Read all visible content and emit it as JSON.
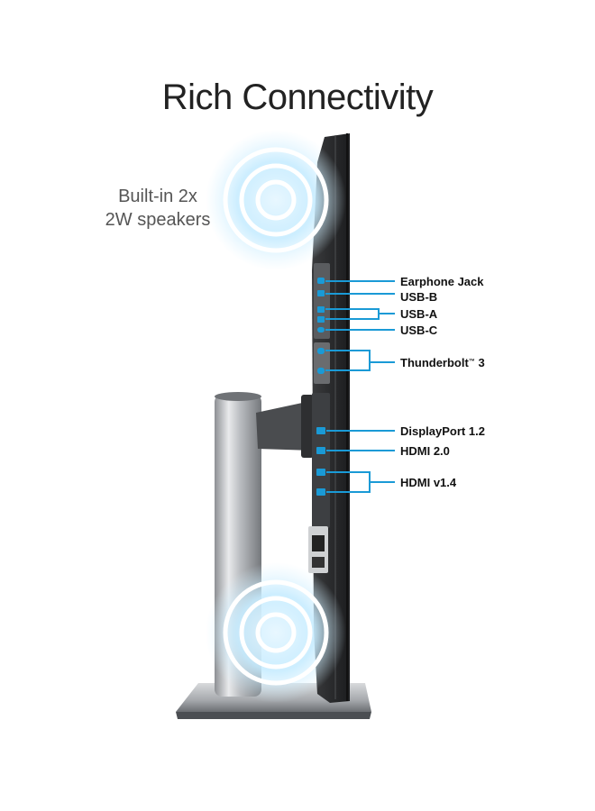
{
  "title": "Rich Connectivity",
  "speakers": {
    "line1": "Built-in 2x",
    "line2": "2W speakers"
  },
  "ports": {
    "earphone": "Earphone Jack",
    "usb_b": "USB-B",
    "usb_a": "USB-A",
    "usb_c": "USB-C",
    "thunderbolt": "Thunderbolt",
    "thunderbolt_tm": "™",
    "thunderbolt_ver": " 3",
    "displayport": "DisplayPort 1.2",
    "hdmi20": "HDMI 2.0",
    "hdmi14": "HDMI v1.4"
  },
  "colors": {
    "accent": "#1a9ad6",
    "glow": "#bfe6fb"
  }
}
